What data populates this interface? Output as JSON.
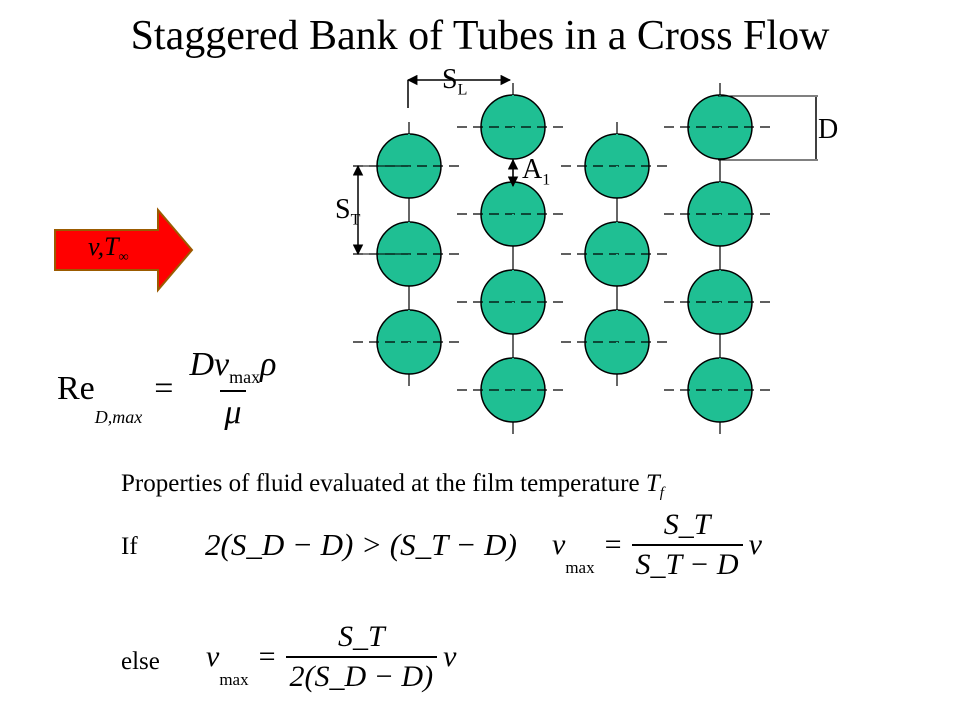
{
  "title": "Staggered Bank of Tubes in a Cross Flow",
  "labels": {
    "s_l": {
      "main": "S",
      "sub": "L"
    },
    "s_t": {
      "main": "S",
      "sub": "T"
    },
    "a_1": {
      "main": "A",
      "sub": "1"
    },
    "d": "D"
  },
  "arrow": {
    "text": "v,T",
    "sub": "∞"
  },
  "reynolds": {
    "lhs": "Re",
    "lhs_sub": "D,max",
    "numerator": "Dv",
    "numerator_sub": "max",
    "numerator_tail": "ρ",
    "denominator": "μ"
  },
  "properties_text": "Properties of fluid evaluated at the film temperature",
  "properties_symbol": "T",
  "properties_symbol_sub": "f",
  "if_label": "If",
  "else_label": "else",
  "condition": "2(S_D − D) > (S_T − D)",
  "vmax_if": {
    "lhs": "v",
    "lhs_sub": "max",
    "num": "S_T",
    "den": "S_T − D",
    "tail": "v"
  },
  "vmax_else": {
    "lhs": "v",
    "lhs_sub": "max",
    "num": "S_T",
    "den": "2(S_D − D)",
    "tail": "v"
  },
  "colors": {
    "tube_fill": "#1fbf93",
    "arrow_fill": "#ff0000"
  }
}
